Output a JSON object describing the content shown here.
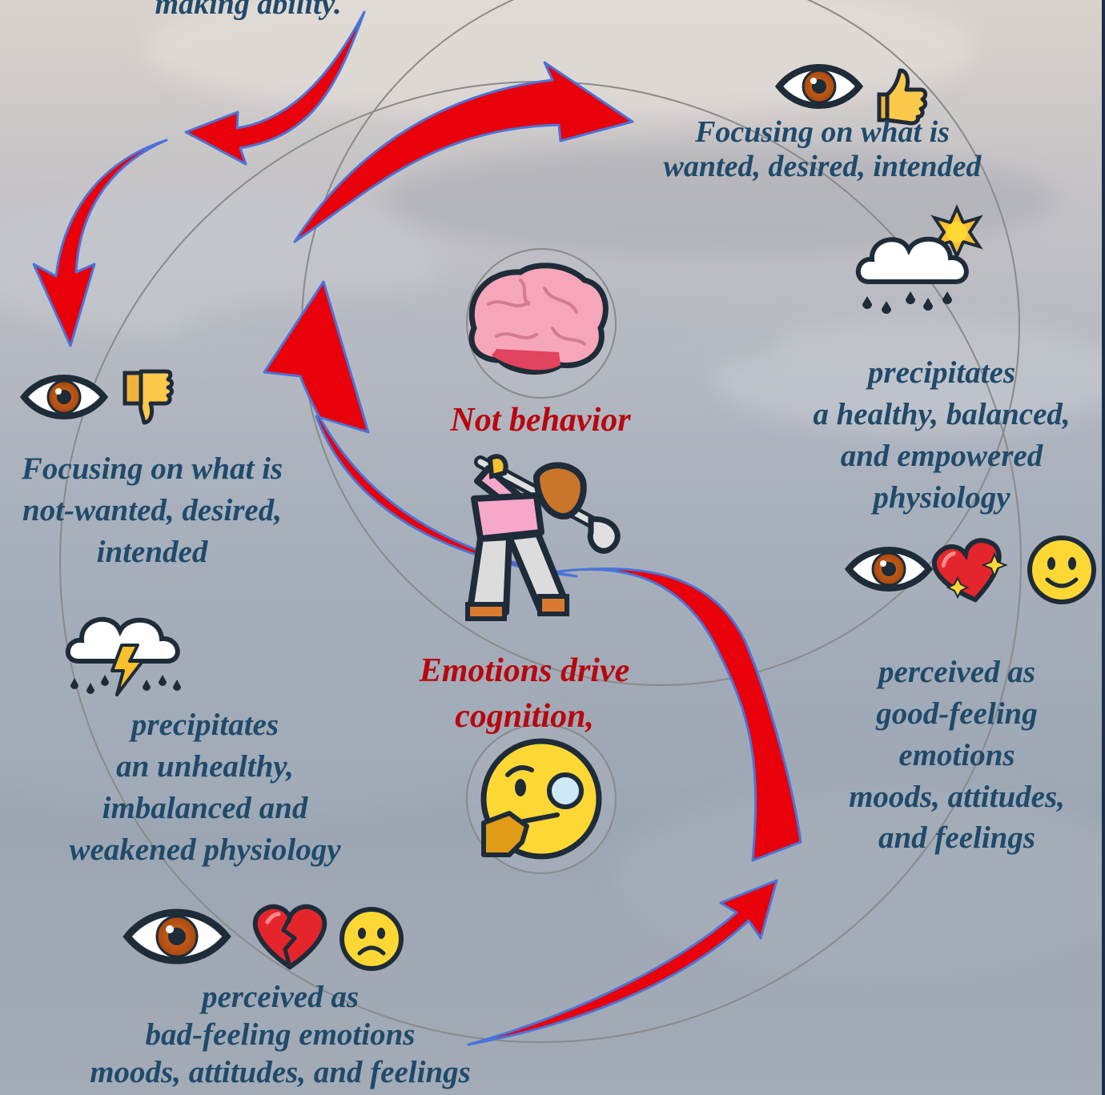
{
  "labels": {
    "top_left_fragment": "making ability.",
    "positive_focus": "Focusing on what is\nwanted, desired, intended",
    "positive_physiology": "precipitates\na healthy, balanced,\nand empowered\nphysiology",
    "positive_emotions": "perceived as\ngood-feeling\nemotions\nmoods, attitudes,\nand feelings",
    "negative_focus": "Focusing on what is\nnot-wanted, desired,\nintended",
    "negative_physiology": "precipitates\nan unhealthy,\nimbalanced and\nweakened physiology",
    "negative_emotions": "perceived as\nbad-feeling emotions\nmoods, attitudes, and feelings",
    "center_top": "Not behavior",
    "center_bottom": "Emotions drive\ncognition,"
  },
  "icons": [
    "eye-icon",
    "thumbs-up-icon",
    "sun-behind-rain-cloud-icon",
    "sparkling-heart-icon",
    "smiling-face-icon",
    "thumbs-down-icon",
    "cloud-with-lightning-and-rain-icon",
    "broken-heart-icon",
    "frowning-face-icon",
    "brain-icon",
    "golfer-icon",
    "face-with-monocle-icon"
  ],
  "colors": {
    "label_text": "#1f4a6b",
    "center_text": "#b8070e",
    "arrow_fill": "#e8000a",
    "arrow_outline": "#4a74d8",
    "circle_stroke": "#8a8a8a"
  }
}
